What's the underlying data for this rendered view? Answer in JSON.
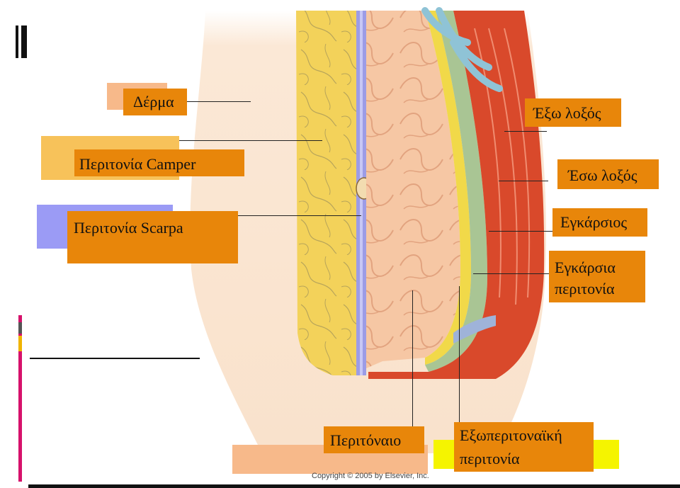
{
  "labels": {
    "dermis": "Δέρμα",
    "camper": "Περιτονία Camper",
    "scarpa": "Περιτονία  Scarpa",
    "external_oblique": "Έξω λοξός",
    "internal_oblique": "Έσω λοξός",
    "transversus": "Εγκάρσιος",
    "transversalis_line1": "Εγκάρσια",
    "transversalis_line2": "περιτονία",
    "peritoneum": "Περιτόναιο",
    "extraperitoneal_line1": "Εξωπεριτοναϊκή",
    "extraperitoneal_line2": "περιτονία"
  },
  "copyright": "Copyright © 2005 by Elsevier, Inc.",
  "colors": {
    "label_box": "#e8860a",
    "peach_box": "#f7b98a",
    "yellow_box": "#f7c25a",
    "lavender_box": "#9b9bf5",
    "skin": "#f9e2cc",
    "fat": "#f3d25a",
    "muscle": "#d9492b",
    "intestine": "#f6c7a4",
    "fascia_blue": "#8f8fe0"
  }
}
